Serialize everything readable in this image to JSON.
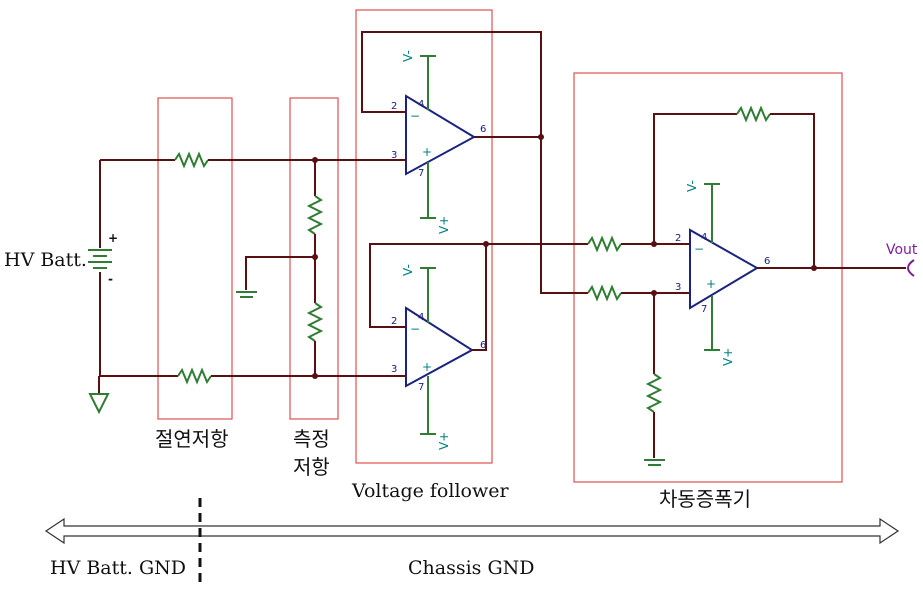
{
  "labels": {
    "battery": "HV Batt.",
    "insulation_resistance": "절연저항",
    "measure_resistance_line1": "측정",
    "measure_resistance_line2": "저항",
    "voltage_follower": "Voltage follower",
    "diff_amp": "차동증폭기",
    "vout": "Vout",
    "hv_gnd": "HV Batt. GND",
    "chassis_gnd": "Chassis GND"
  },
  "opamp_text": {
    "pin_inv": "2",
    "pin_noninv": "3",
    "pin_out": "6",
    "pin_vneg": "4",
    "pin_vpos": "7",
    "minus": "−",
    "plus": "+",
    "rail_neg": "V-",
    "rail_pos": "V+"
  },
  "battery_signs": {
    "plus": "+",
    "minus": "-"
  },
  "colors": {
    "wire": "#5a0f12",
    "component": "#2e7d32",
    "opamp": "#1a237e",
    "box": "#e05050",
    "vout": "#7b1fa2"
  }
}
